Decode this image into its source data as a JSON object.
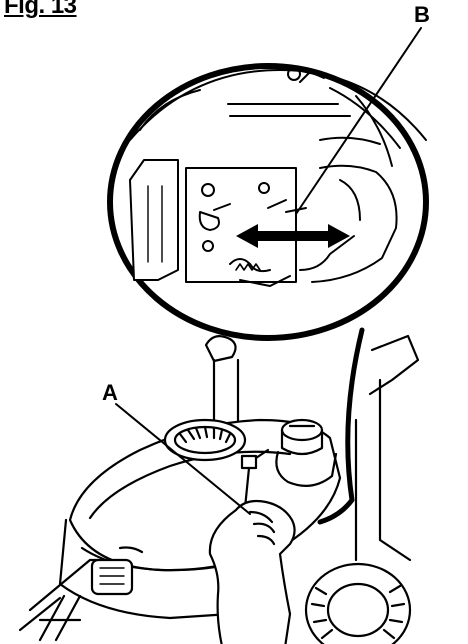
{
  "figure": {
    "title": "Fig. 13",
    "callouts": {
      "a": "A",
      "b": "B"
    }
  },
  "colors": {
    "ink": "#000000",
    "paper": "#ffffff",
    "shade": "#d9d9d9"
  },
  "icons": [
    "double-arrow-icon",
    "hand-icon",
    "fuel-cap-icon",
    "wheel-icon"
  ]
}
